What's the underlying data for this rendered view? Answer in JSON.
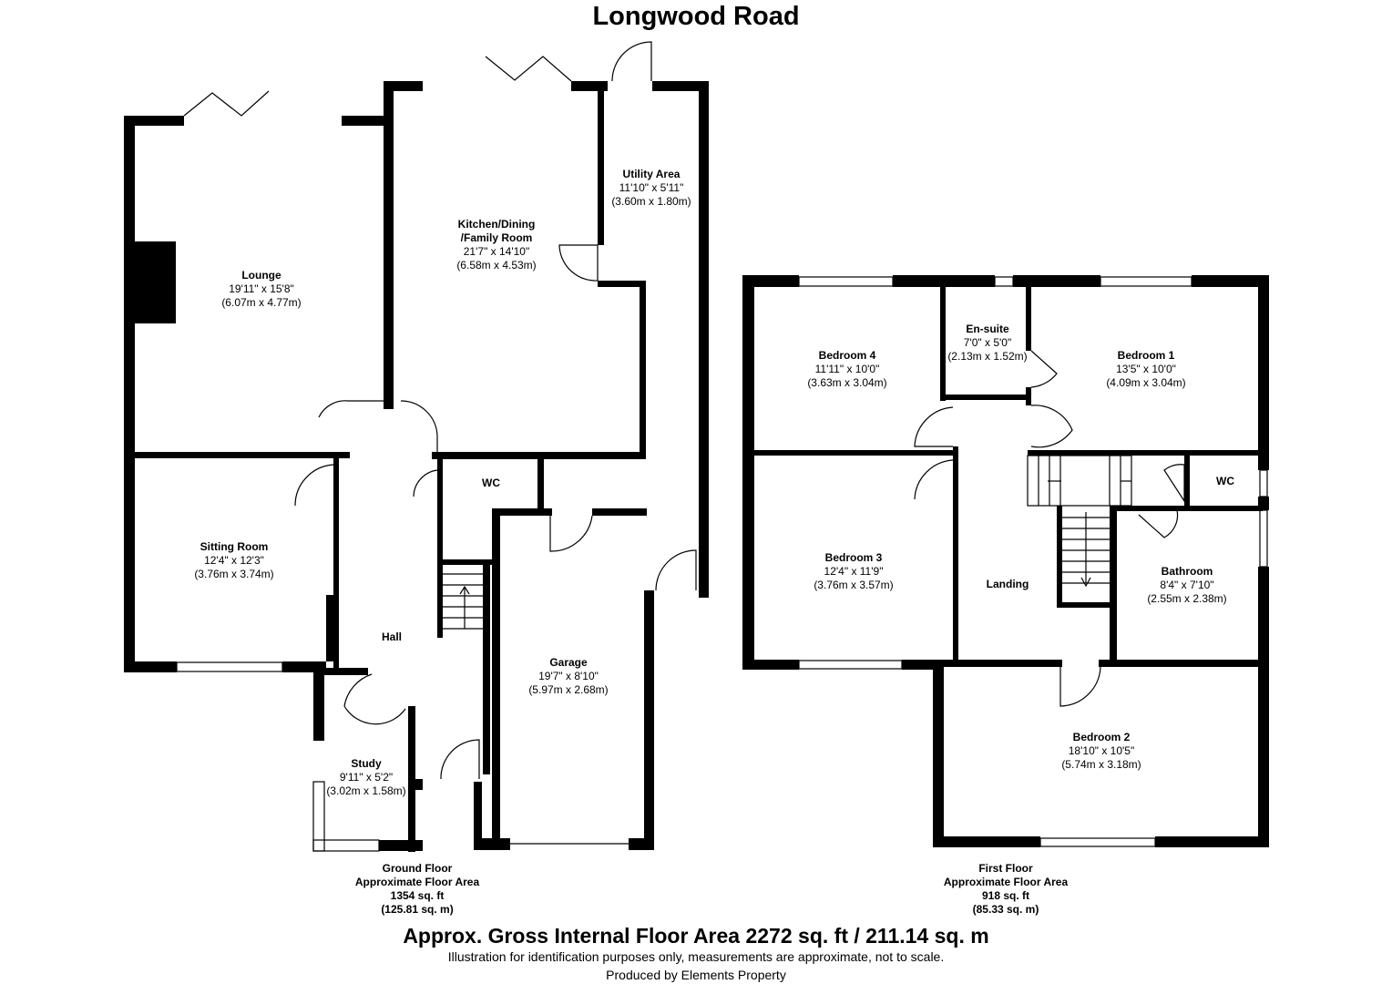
{
  "title": "Longwood Road",
  "ground_floor": {
    "caption": {
      "line1": "Ground Floor",
      "line2": "Approximate Floor Area",
      "line3": "1354 sq. ft",
      "line4": "(125.81 sq. m)"
    },
    "rooms": {
      "lounge": {
        "name": "Lounge",
        "imperial": "19'11\" x 15'8\"",
        "metric": "(6.07m x 4.77m)"
      },
      "kitchen": {
        "name": "Kitchen/Dining",
        "name2": "/Family Room",
        "imperial": "21'7\" x 14'10\"",
        "metric": "(6.58m x 4.53m)"
      },
      "utility": {
        "name": "Utility Area",
        "imperial": "11'10\" x 5'11\"",
        "metric": "(3.60m x 1.80m)"
      },
      "sitting": {
        "name": "Sitting Room",
        "imperial": "12'4\" x 12'3\"",
        "metric": "(3.76m x 3.74m)"
      },
      "wc": {
        "name": "WC"
      },
      "hall": {
        "name": "Hall"
      },
      "garage": {
        "name": "Garage",
        "imperial": "19'7\" x 8'10\"",
        "metric": "(5.97m x 2.68m)"
      },
      "study": {
        "name": "Study",
        "imperial": "9'11\" x 5'2\"",
        "metric": "(3.02m x 1.58m)"
      }
    }
  },
  "first_floor": {
    "caption": {
      "line1": "First Floor",
      "line2": "Approximate Floor Area",
      "line3": "918 sq. ft",
      "line4": "(85.33 sq. m)"
    },
    "rooms": {
      "bedroom4": {
        "name": "Bedroom 4",
        "imperial": "11'11\" x 10'0\"",
        "metric": "(3.63m x 3.04m)"
      },
      "ensuite": {
        "name": "En-suite",
        "imperial": "7'0\" x 5'0\"",
        "metric": "(2.13m x 1.52m)"
      },
      "bedroom1": {
        "name": "Bedroom 1",
        "imperial": "13'5\" x 10'0\"",
        "metric": "(4.09m x 3.04m)"
      },
      "wc": {
        "name": "WC"
      },
      "bedroom3": {
        "name": "Bedroom 3",
        "imperial": "12'4\" x 11'9\"",
        "metric": "(3.76m x 3.57m)"
      },
      "landing": {
        "name": "Landing"
      },
      "bathroom": {
        "name": "Bathroom",
        "imperial": "8'4\" x 7'10\"",
        "metric": "(2.55m x 2.38m)"
      },
      "bedroom2": {
        "name": "Bedroom 2",
        "imperial": "18'10\" x 10'5\"",
        "metric": "(5.74m x 3.18m)"
      }
    }
  },
  "gross_area": "Approx. Gross Internal Floor Area 2272 sq. ft / 211.14 sq. m",
  "disclaimer": "Illustration for identification purposes only, measurements are approximate, not to scale.",
  "producer": "Produced by Elements Property"
}
